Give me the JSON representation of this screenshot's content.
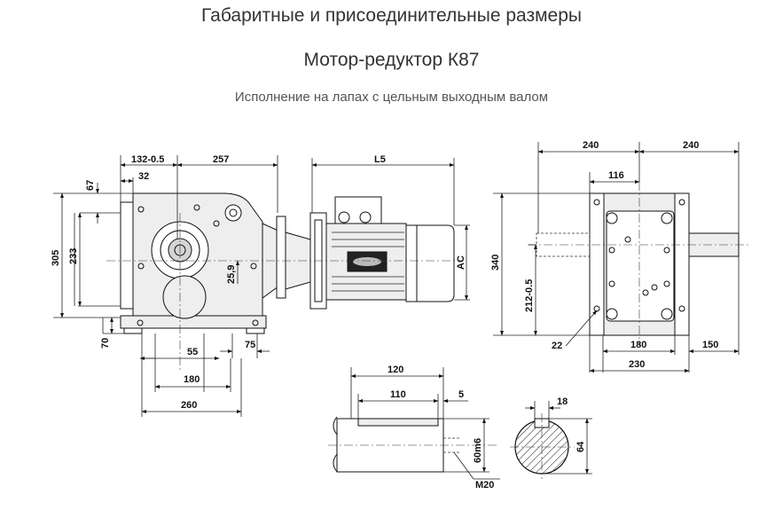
{
  "header": {
    "title": "Габаритные и присоединительные размеры",
    "model": "Мотор-редуктор К87",
    "variant": "Исполнение на лапах с цельным выходным валом"
  },
  "dimensions": {
    "d132": "132-0.5",
    "d32": "32",
    "d257": "257",
    "dL5": "L5",
    "d67": "67",
    "d305": "305",
    "d233": "233",
    "d25_9": "25,9",
    "dAC": "AC",
    "d70": "70",
    "d55": "55",
    "d75": "75",
    "d180a": "180",
    "d260": "260",
    "d240a": "240",
    "d240b": "240",
    "d116": "116",
    "d340": "340",
    "d212": "212-0.5",
    "d22": "22",
    "d180b": "180",
    "d150": "150",
    "d230": "230",
    "d120": "120",
    "d110": "110",
    "d5": "5",
    "d60m6": "60m6",
    "dM20": "M20",
    "d18": "18",
    "d64": "64"
  }
}
